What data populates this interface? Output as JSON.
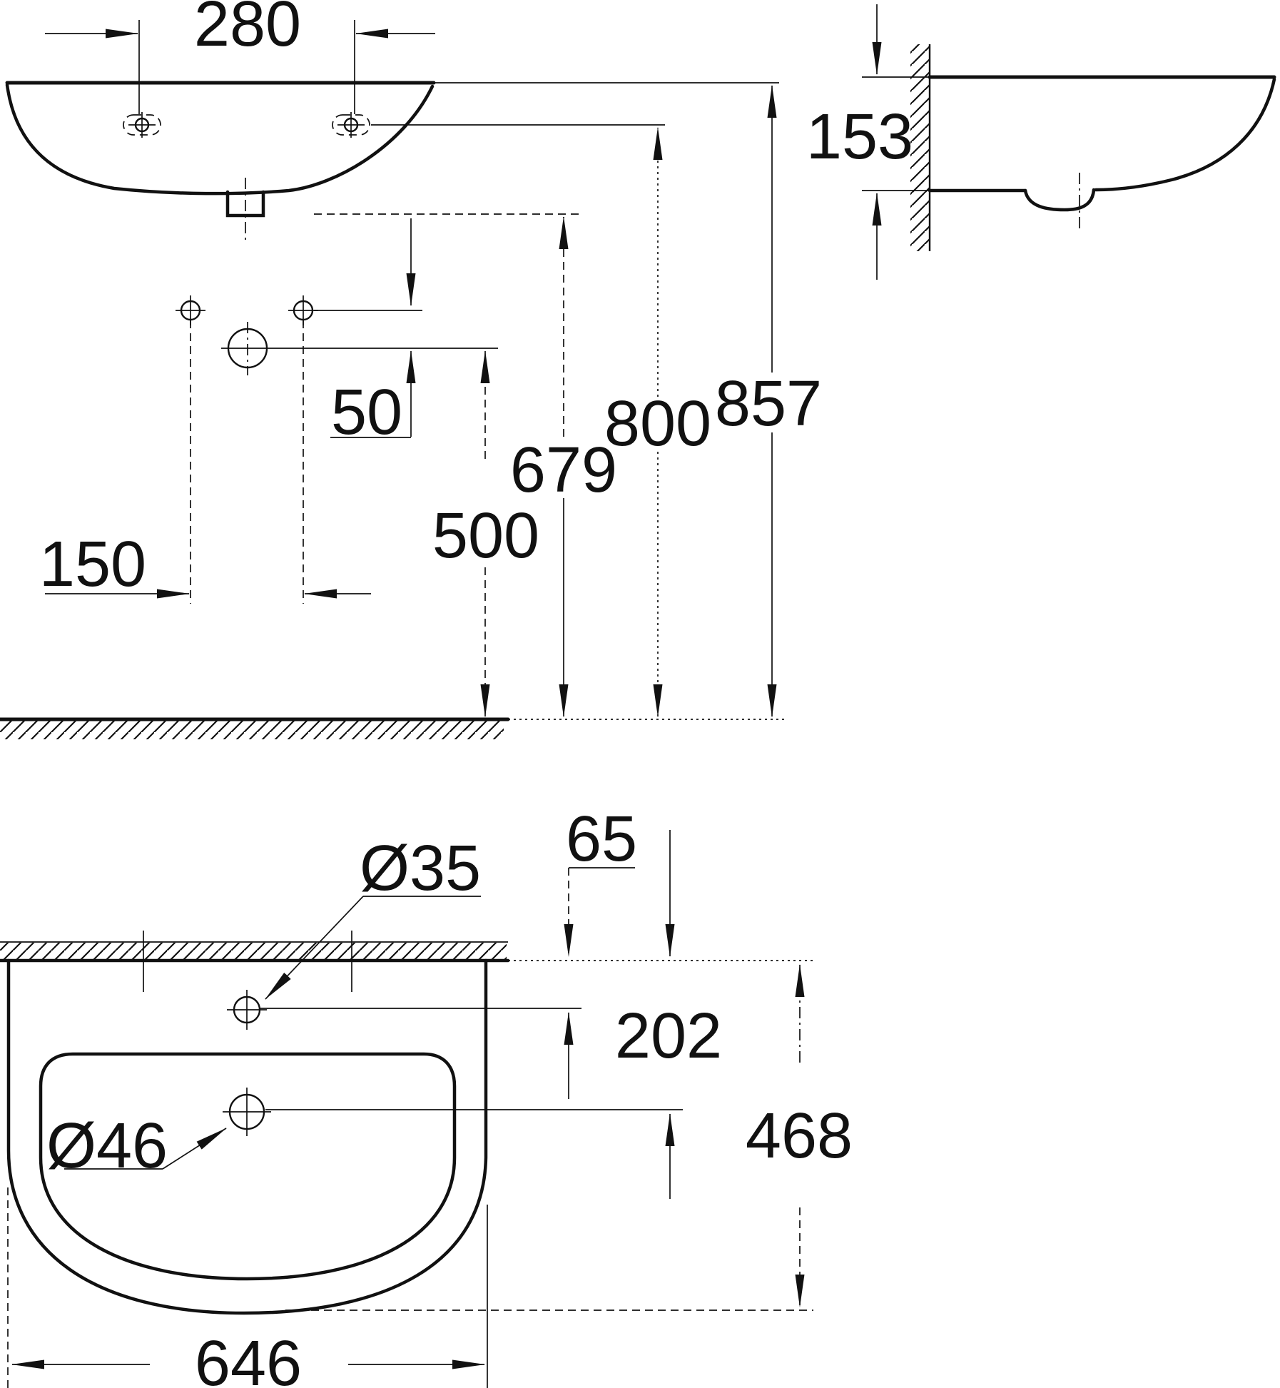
{
  "drawing": {
    "kind": "technical-installation-drawing",
    "subject": "wall-hung wash basin with tap and waste positions",
    "units": "mm",
    "ink_color": "#111111",
    "paper_color": "#ffffff",
    "views": {
      "front": {
        "name": "front-elevation",
        "labels": {
          "tap_hole_spacing": "280",
          "fixing_hole_spacing": "150",
          "fixing_to_waste_offset": "50",
          "waste_outlet_height": "500",
          "basin_underside_height": "679",
          "tap_hole_height": "800",
          "rim_height": "857"
        }
      },
      "side": {
        "name": "side-section",
        "labels": {
          "basin_depth_at_wall": "153"
        }
      },
      "plan": {
        "name": "plan-view",
        "labels": {
          "tap_hole_diameter": "Ø35",
          "tap_hole_to_wall": "65",
          "waste_to_wall": "202",
          "waste_hole_diameter": "Ø46",
          "front_projection": "468",
          "basin_width": "646"
        }
      }
    }
  }
}
